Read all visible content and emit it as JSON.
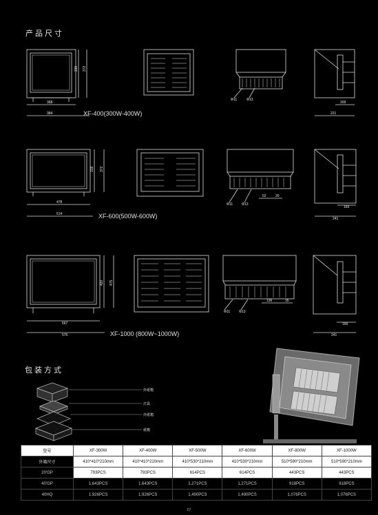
{
  "titles": {
    "dimensions": "产品尺寸",
    "packaging": "包装方式"
  },
  "models": [
    {
      "label": "XF-400(300W-400W)",
      "dims": {
        "front_w": "368",
        "total_w": "384",
        "front_h": "310",
        "total_h": "372",
        "side_d": "169",
        "side_total": "221"
      },
      "callouts": [
        "Φ11",
        "Φ13"
      ]
    },
    {
      "label": "XF-600(500W-600W)",
      "dims": {
        "front_w": "478",
        "total_w": "514",
        "front_h": "318",
        "total_h": "372",
        "side_d": "169",
        "side_total": "241",
        "c1": "52",
        "c2": "20"
      },
      "callouts": [
        "Φ11",
        "Φ13"
      ]
    },
    {
      "label": "XF-1000 (800W~1000W)",
      "dims": {
        "front_w": "567",
        "total_w": "576",
        "front_h": "420",
        "total_h": "475",
        "side_d": "169",
        "side_total": "241",
        "c1": "136",
        "c2": "35"
      },
      "callouts": [
        "Φ11",
        "Φ13"
      ]
    }
  ],
  "packaging_labels": [
    "外纸箱",
    "灯具",
    "外纸箱",
    "纸箱"
  ],
  "table": {
    "header": [
      "型号",
      "XF-300W",
      "XF-400W",
      "XF-500W",
      "XF-600W",
      "XF-800W",
      "XF-1000W"
    ],
    "rows": [
      {
        "label": "外箱尺寸",
        "values": [
          "410*410*210mm",
          "410*410*210mm",
          "410*530*210mm",
          "410*530*210mm",
          "510*590*210mm",
          "510*590*210mm"
        ],
        "dark": false
      },
      {
        "label": "20'GP",
        "values": [
          "793PCS",
          "793PCS",
          "614PCS",
          "614PCS",
          "443PCS",
          "443PCS"
        ],
        "dark": false
      },
      {
        "label": "40'GP",
        "values": [
          "1,643PCS",
          "1,643PCS",
          "1,271PCS",
          "1,271PCS",
          "918PCS",
          "918PCS"
        ],
        "dark": true
      },
      {
        "label": "40HQ",
        "values": [
          "1,926PCS",
          "1,926PCS",
          "1,490PCS",
          "1,490PCS",
          "1,076PCS",
          "1,076PCS"
        ],
        "dark": true
      }
    ]
  },
  "page_number": "07"
}
